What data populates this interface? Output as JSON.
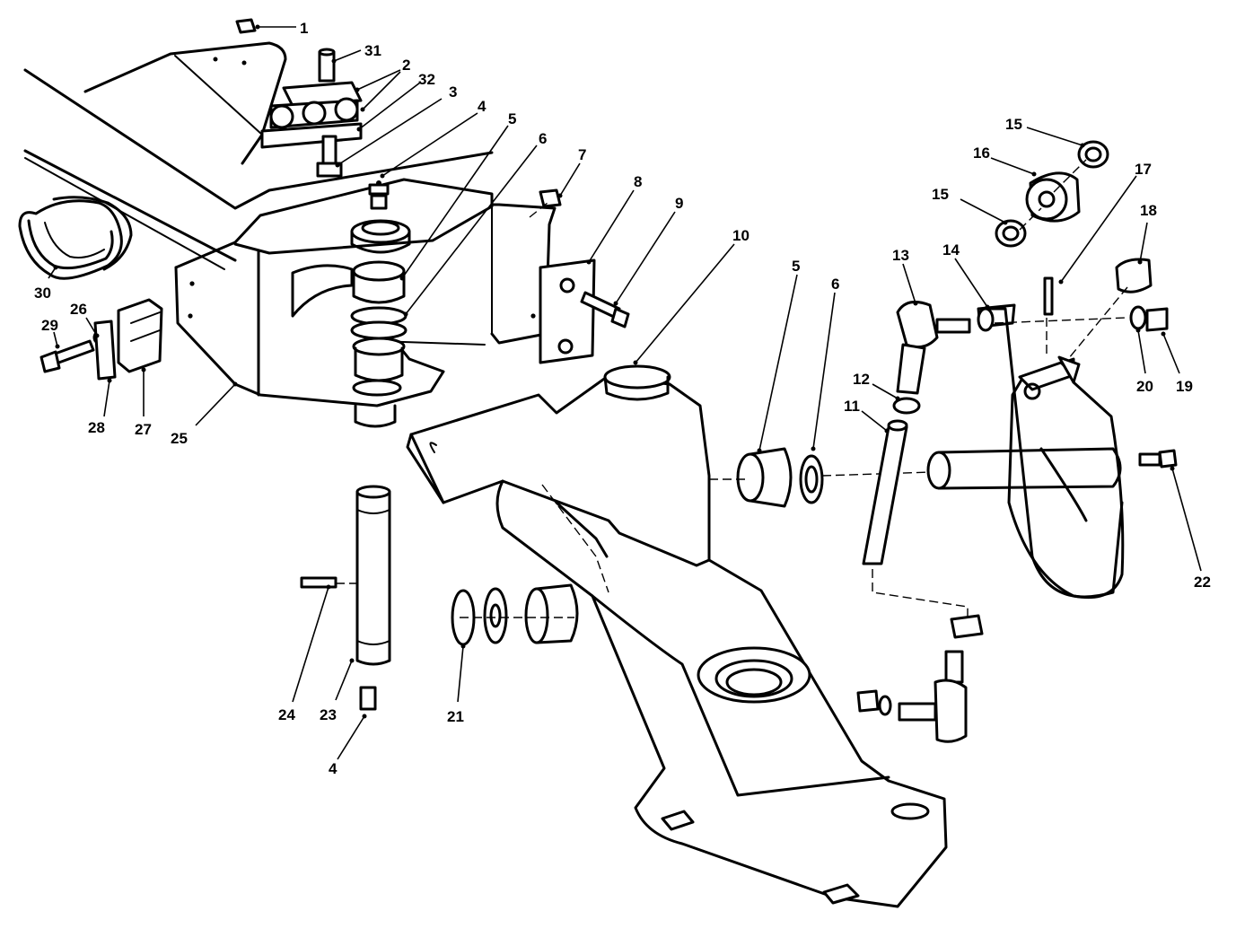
{
  "callouts": {
    "c1": "1",
    "c2": "2",
    "c3": "3",
    "c4a": "4",
    "c4b": "4",
    "c5a": "5",
    "c5b": "5",
    "c6a": "6",
    "c6b": "6",
    "c7": "7",
    "c8": "8",
    "c9": "9",
    "c10": "10",
    "c11": "11",
    "c12": "12",
    "c13": "13",
    "c14": "14",
    "c15a": "15",
    "c15b": "15",
    "c16": "16",
    "c17": "17",
    "c18": "18",
    "c19": "19",
    "c20": "20",
    "c21": "21",
    "c22": "22",
    "c23": "23",
    "c24": "24",
    "c25": "25",
    "c26": "26",
    "c27": "27",
    "c28": "28",
    "c29": "29",
    "c30": "30",
    "c31": "31",
    "c32": "32"
  }
}
